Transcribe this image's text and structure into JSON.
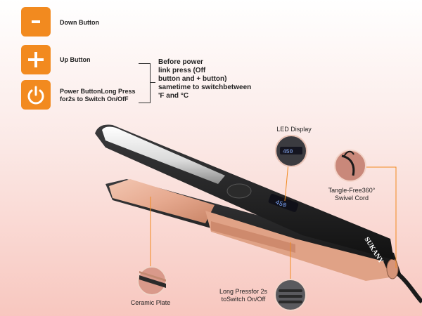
{
  "buttons": [
    {
      "icon": "minus-icon",
      "label": "Down Button"
    },
    {
      "icon": "plus-icon",
      "label": "Up Button"
    },
    {
      "icon": "power-icon",
      "label_line1": "Power ButtonLong Press",
      "label_line2": "for2s to Switch On/OfF"
    }
  ],
  "note": {
    "line1": "Before power",
    "line2": "link press (Off",
    "line3": "button and + button)",
    "line4": "sametime to switchbetween",
    "line5": "'F and °C"
  },
  "callouts": {
    "led": "LED Display",
    "cord_line1": "Tangle-Free360°",
    "cord_line2": "Swivel Cord",
    "plate": "Ceramic Plate",
    "press_line1": "Long Pressfor 2s",
    "press_line2": "toSwitch On/Off"
  },
  "product": {
    "brand": "SUKANY",
    "display_reading": "450"
  },
  "colors": {
    "accent": "#f28a1f",
    "rose_gold": "#e9a98c",
    "body": "#1c1c1e"
  }
}
